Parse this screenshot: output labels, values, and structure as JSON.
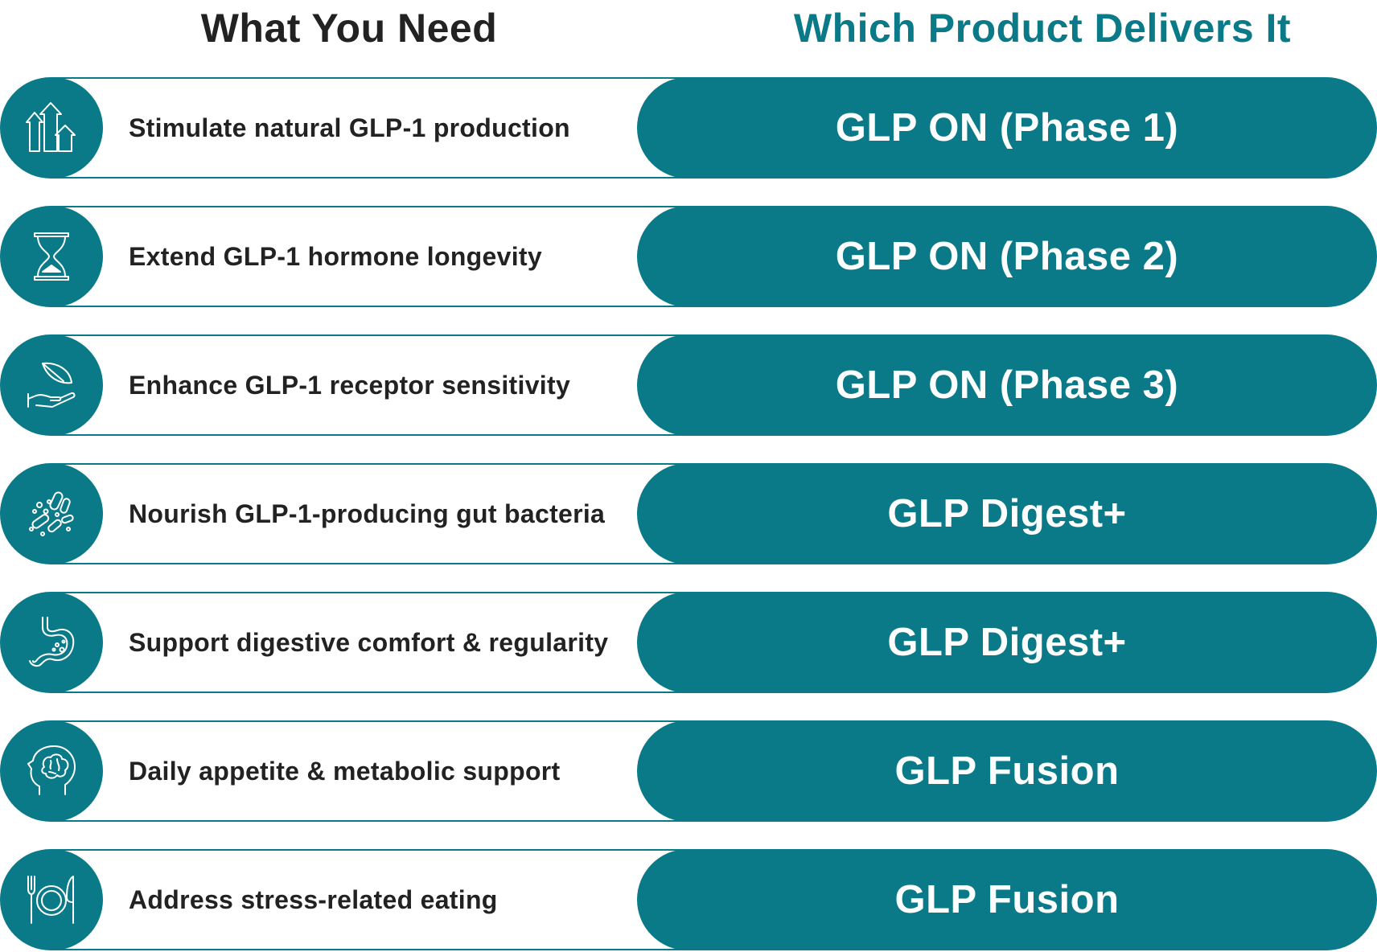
{
  "header": {
    "left_title": "What You Need",
    "right_title": "Which Product Delivers It"
  },
  "colors": {
    "accent": "#0a7a88",
    "text": "#222222",
    "background": "#ffffff"
  },
  "rows": [
    {
      "icon": "growth-arrows-icon",
      "need": "Stimulate natural GLP-1 production",
      "product": "GLP ON (Phase 1)"
    },
    {
      "icon": "hourglass-icon",
      "need": "Extend GLP-1 hormone longevity",
      "product": "GLP ON (Phase 2)"
    },
    {
      "icon": "hand-leaf-icon",
      "need": "Enhance GLP-1 receptor sensitivity",
      "product": "GLP ON (Phase 3)"
    },
    {
      "icon": "bacteria-icon",
      "need": "Nourish GLP-1-producing gut bacteria",
      "product": "GLP Digest+"
    },
    {
      "icon": "stomach-icon",
      "need": "Support digestive comfort & regularity",
      "product": "GLP Digest+"
    },
    {
      "icon": "head-brain-icon",
      "need": "Daily appetite & metabolic support",
      "product": "GLP Fusion"
    },
    {
      "icon": "plate-cutlery-icon",
      "need": "Address stress-related eating",
      "product": "GLP Fusion"
    }
  ]
}
